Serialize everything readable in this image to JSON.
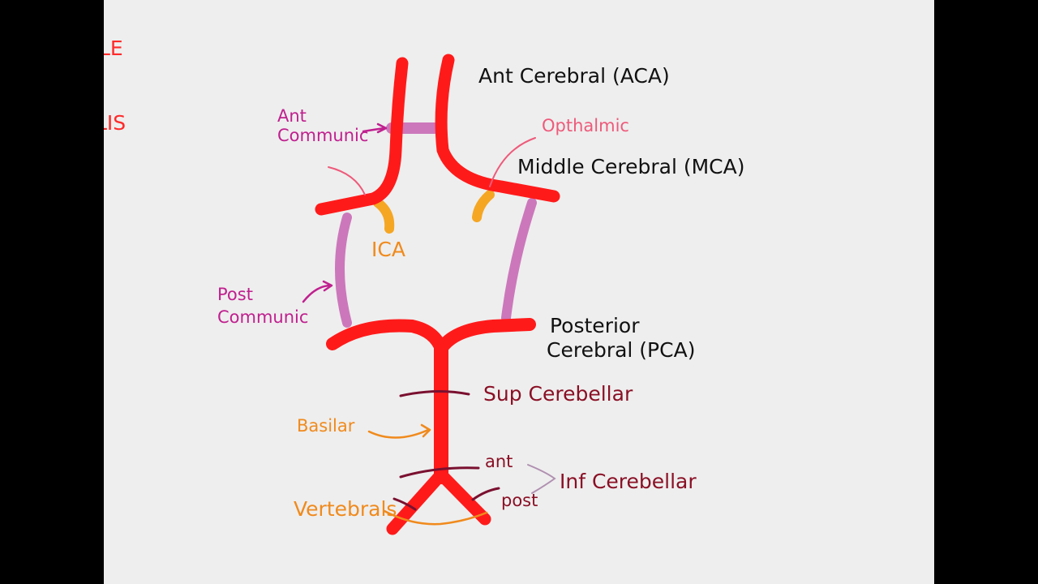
{
  "title_fragments": [
    "LE",
    "LIS"
  ],
  "labels": {
    "aca": "Ant Cerebral (ACA)",
    "ant_communic_1": "Ant",
    "ant_communic_2": "Communic",
    "opthalmic": "Opthalmic",
    "mca": "Middle Cerebral (MCA)",
    "ica": "ICA",
    "post_communic_1": "Post",
    "post_communic_2": "Communic",
    "pca_1": "Posterior",
    "pca_2": "Cerebral (PCA)",
    "sup_cerebellar": "Sup Cerebellar",
    "basilar": "Basilar",
    "ant": "ant",
    "inf_cerebellar": "Inf Cerebellar",
    "post": "post",
    "vertebrals": "Vertebrals"
  },
  "colors": {
    "artery": "#ff1a1a",
    "communicating": "#cc77bb",
    "ica": "#f5a623",
    "branch": "#7a1030",
    "label_black": "#111111",
    "label_magenta": "#c0208f",
    "label_pink": "#ee5a7a",
    "label_orange": "#f08a1c",
    "label_maroon": "#8a1025",
    "title_red": "#ff2a2a"
  }
}
